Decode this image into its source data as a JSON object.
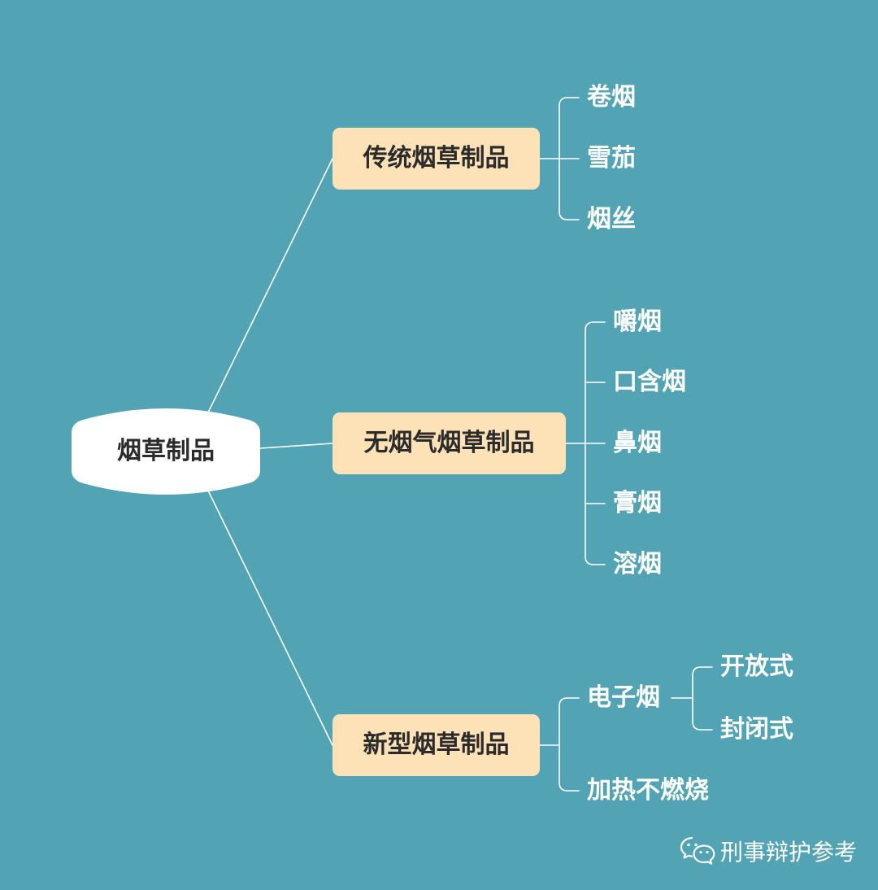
{
  "colors": {
    "background": "#52a4b4",
    "root_fill": "#ffffff",
    "category_fill": "#fde2b8",
    "connector": "#ffffff",
    "text_dark": "#2b2b2b",
    "text_light": "#ffffff"
  },
  "root": {
    "label": "烟草制品"
  },
  "categories": [
    {
      "label": "传统烟草制品",
      "children": [
        {
          "label": "卷烟"
        },
        {
          "label": "雪茄"
        },
        {
          "label": "烟丝"
        }
      ]
    },
    {
      "label": "无烟气烟草制品",
      "children": [
        {
          "label": "嚼烟"
        },
        {
          "label": "口含烟"
        },
        {
          "label": "鼻烟"
        },
        {
          "label": "膏烟"
        },
        {
          "label": "溶烟"
        }
      ]
    },
    {
      "label": "新型烟草制品",
      "children": [
        {
          "label": "电子烟",
          "children": [
            {
              "label": "开放式"
            },
            {
              "label": "封闭式"
            }
          ]
        },
        {
          "label": "加热不燃烧"
        }
      ]
    }
  ],
  "watermark": {
    "icon": "wechat-icon",
    "text": "刑事辩护参考"
  }
}
